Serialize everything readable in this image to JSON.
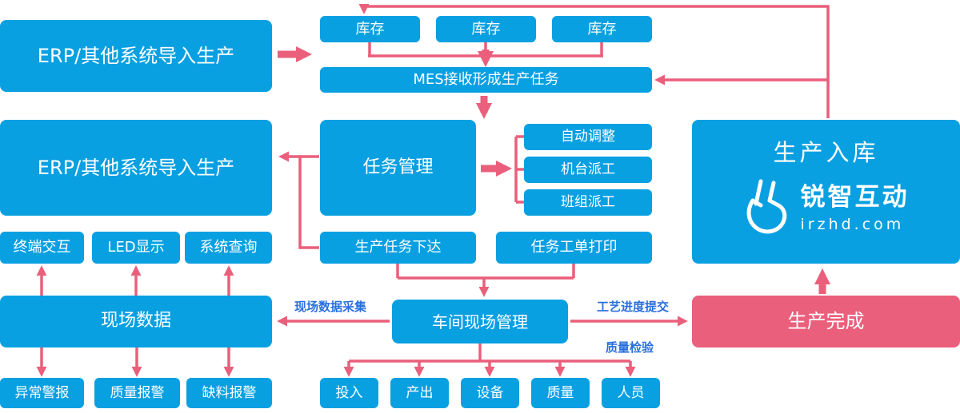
{
  "colors": {
    "node_blue": "#09a0e2",
    "accent_pink": "#ea5f7b",
    "flow_label_blue": "#2a6fdd",
    "text_white": "#ffffff",
    "background": "#ffffff"
  },
  "nodes": {
    "erp_top": {
      "label": "ERP/其他系统导入生产"
    },
    "erp_mid": {
      "label": "ERP/其他系统导入生产"
    },
    "inventory_1": {
      "label": "库存"
    },
    "inventory_2": {
      "label": "库存"
    },
    "inventory_3": {
      "label": "库存"
    },
    "mes_receive": {
      "label": "MES接收形成生产任务"
    },
    "task_management": {
      "label": "任务管理"
    },
    "auto_adjust": {
      "label": "自动调整"
    },
    "machine_dispatch": {
      "label": "机台派工"
    },
    "team_dispatch": {
      "label": "班组派工"
    },
    "production_inbound": {
      "label": "生产入库",
      "brand_name": "锐智互动",
      "brand_domain": "irzhd.com"
    },
    "terminal_interaction": {
      "label": "终端交互"
    },
    "led_display": {
      "label": "LED显示"
    },
    "system_query": {
      "label": "系统查询"
    },
    "task_issue": {
      "label": "生产任务下达"
    },
    "work_order_print": {
      "label": "任务工单打印"
    },
    "field_data": {
      "label": "现场数据"
    },
    "workshop_management": {
      "label": "车间现场管理"
    },
    "production_complete": {
      "label": "生产完成"
    },
    "abnormal_alarm": {
      "label": "异常警报"
    },
    "quality_alarm": {
      "label": "质量报警"
    },
    "material_alarm": {
      "label": "缺料报警"
    },
    "metric_input": {
      "label": "投入"
    },
    "metric_output": {
      "label": "产出"
    },
    "metric_equipment": {
      "label": "设备"
    },
    "metric_quality": {
      "label": "质量"
    },
    "metric_personnel": {
      "label": "人员"
    }
  },
  "flow_labels": {
    "data_collect": "现场数据采集",
    "progress_submit": "工艺进度提交",
    "quality_inspect": "质量检验"
  },
  "icons": {
    "brand_logo": "hand-gesture-icon"
  }
}
